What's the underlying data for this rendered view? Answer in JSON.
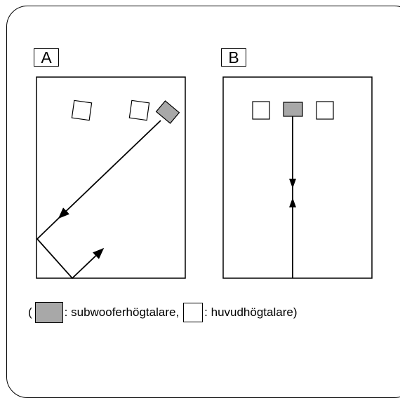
{
  "panels": [
    {
      "label": "A"
    },
    {
      "label": "B"
    }
  ],
  "legend": {
    "open_paren": "(",
    "subwoofer_text": ": subwooferhögtalare,",
    "main_text": ": huvudhögtalare)"
  },
  "colors": {
    "subwoofer_fill": "#a8a8a8",
    "main_fill": "#ffffff",
    "line": "#000000"
  }
}
